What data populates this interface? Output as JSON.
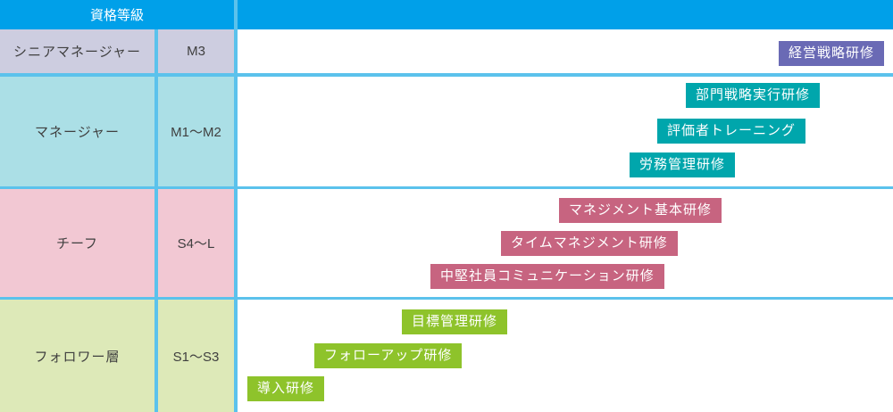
{
  "header": {
    "qualification_grade_label": "資格等級"
  },
  "rows": [
    {
      "grade_label": "シニアマネージャー",
      "grade_code": "M3",
      "trainings": [
        "経営戦略研修"
      ]
    },
    {
      "grade_label": "マネージャー",
      "grade_code": "M1〜M2",
      "trainings": [
        "部門戦略実行研修",
        "評価者トレーニング",
        "労務管理研修"
      ]
    },
    {
      "grade_label": "チーフ",
      "grade_code": "S4〜L",
      "trainings": [
        "マネジメント基本研修",
        "タイムマネジメント研修",
        "中堅社員コミュニケーション研修"
      ]
    },
    {
      "grade_label": "フォロワー層",
      "grade_code": "S1〜S3",
      "trainings": [
        "目標管理研修",
        "フォローアップ研修",
        "導入研修"
      ]
    }
  ],
  "colors": {
    "header_blue": "#00a0e9",
    "border_blue": "#5bc2ec",
    "senior_row_bg": "#cdcde0",
    "senior_badge": "#6a6ab5",
    "manager_row_bg": "#abdfe6",
    "manager_badge": "#00a6ac",
    "chief_row_bg": "#f2c8d3",
    "chief_badge": "#c76480",
    "follower_row_bg": "#dde9b8",
    "follower_badge": "#8ec32b",
    "label_text": "#3f3f3f",
    "badge_text": "#ffffff"
  }
}
